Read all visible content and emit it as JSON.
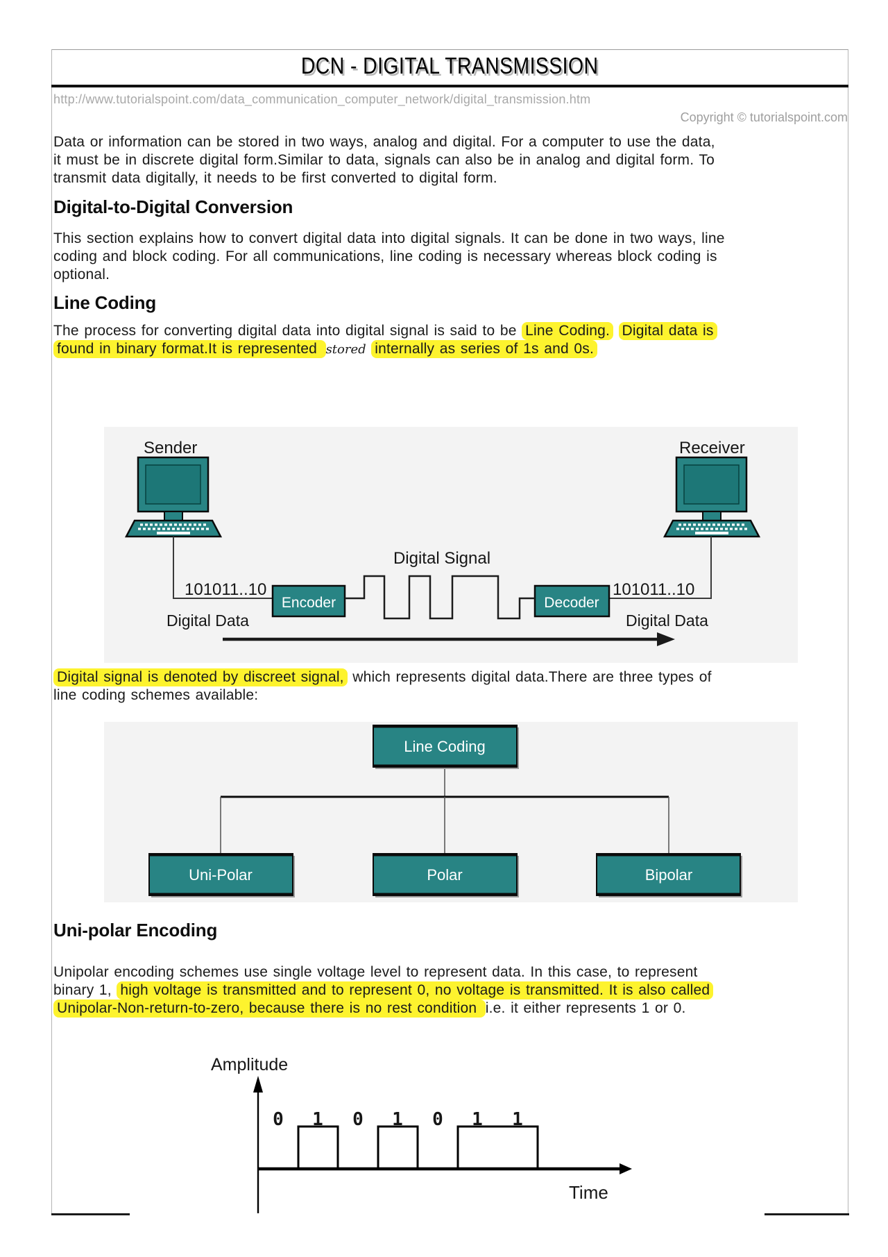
{
  "page": {
    "title": "DCN - DIGITAL TRANSMISSION",
    "url": "http://www.tutorialspoint.com/data_communication_computer_network/digital_transmission.htm",
    "copyright": "Copyright © tutorialspoint.com"
  },
  "colors": {
    "teal": "#288484",
    "teal_screen": "#1d7777",
    "highlight_yellow": "#fdf32e",
    "rule_black": "#101010",
    "border_gray": "#b4b4b4",
    "muted_text": "#a8a8a8"
  },
  "headings": {
    "d2d": "Digital-to-Digital Conversion",
    "line_coding": "Line Coding",
    "unipolar": "Uni-polar Encoding"
  },
  "paragraphs": {
    "intro": [
      {
        "t": "Data or information can be stored in two ways, analog and digital. For a computer to use the data,"
      },
      {
        "br": true
      },
      {
        "t": "it must be in discrete digital form.Similar to data, signals can also be in analog and digital form. To"
      },
      {
        "br": true
      },
      {
        "t": "transmit data digitally, it needs to be first converted to digital form."
      }
    ],
    "d2d_body": [
      {
        "t": "This section explains how to convert digital data into digital signals. It can be done in two ways, line"
      },
      {
        "br": true
      },
      {
        "t": "coding and block coding. For all communications, line coding is necessary whereas block coding is"
      },
      {
        "br": true
      },
      {
        "t": "optional."
      }
    ],
    "line_coding_body": [
      {
        "t": "The process for converting digital data into digital signal is said to be "
      },
      {
        "t": "Line Coding.",
        "hl": true
      },
      {
        "t": " "
      },
      {
        "t": "Digital data is",
        "hl": true
      },
      {
        "br": true
      },
      {
        "t": "found in binary format.It is represented ",
        "hl": true
      },
      {
        "t": "stored",
        "i": true
      },
      {
        "t": " "
      },
      {
        "t": "internally as series of 1s and 0s.",
        "hl": true
      }
    ],
    "digital_signal_body": [
      {
        "t": "Digital signal is denoted by discreet signal,",
        "hl": true
      },
      {
        "t": " which represents digital data.There are three types of"
      },
      {
        "br": true
      },
      {
        "t": "line coding schemes available:"
      }
    ],
    "unipolar_body": [
      {
        "t": "Unipolar encoding schemes use single voltage level to represent data. In this case, to represent"
      },
      {
        "br": true
      },
      {
        "t": "binary 1, "
      },
      {
        "t": "high voltage is transmitted and to represent 0, no voltage is transmitted. It is also called",
        "hl": true
      },
      {
        "br": true
      },
      {
        "t": "Unipolar-Non-return-to-zero, because there is no rest condition ",
        "hl": true
      },
      {
        "t": "i.e. it either represents 1 or 0."
      }
    ]
  },
  "diagram1": {
    "sender": "Sender",
    "receiver": "Receiver",
    "digital_signal": "Digital Signal",
    "encoder": "Encoder",
    "decoder": "Decoder",
    "bits_left": "101011..10",
    "bits_right": "101011..10",
    "data_left": "Digital Data",
    "data_right": "Digital Data"
  },
  "tree": {
    "root": "Line Coding",
    "children": [
      "Uni-Polar",
      "Polar",
      "Bipolar"
    ]
  },
  "unipolar_chart": {
    "type": "line",
    "ylabel": "Amplitude",
    "xlabel": "Time",
    "bits": [
      "0",
      "1",
      "0",
      "1",
      "0",
      "1",
      "1"
    ],
    "levels": [
      0,
      1,
      0,
      1,
      0,
      1,
      1
    ]
  }
}
